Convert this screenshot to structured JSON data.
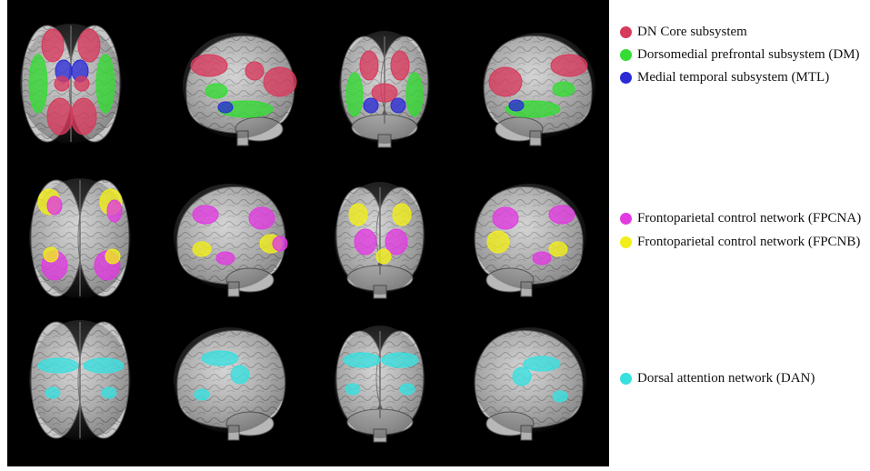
{
  "colors": {
    "background": "#000000",
    "brain": "#c6c6c6",
    "dn_core": "#d83a5c",
    "dm": "#33dd33",
    "mtl": "#2b2bd6",
    "fpcna": "#e23ae2",
    "fpcnb": "#f2ee1a",
    "dan": "#38e0e0"
  },
  "legend": {
    "row1": [
      {
        "label": "DN Core subsystem",
        "color": "#d83a5c"
      },
      {
        "label": "Dorsomedial prefrontal subsystem (DM)",
        "color": "#33dd33"
      },
      {
        "label": "Medial temporal subsystem (MTL)",
        "color": "#2b2bd6"
      }
    ],
    "row2": [
      {
        "label": "Frontoparietal control network (FPCNA)",
        "color": "#e23ae2"
      },
      {
        "label": "Frontoparietal control network (FPCNB)",
        "color": "#f2ee1a"
      }
    ],
    "row3": [
      {
        "label": "Dorsal attention network (DAN)",
        "color": "#38e0e0"
      }
    ]
  }
}
